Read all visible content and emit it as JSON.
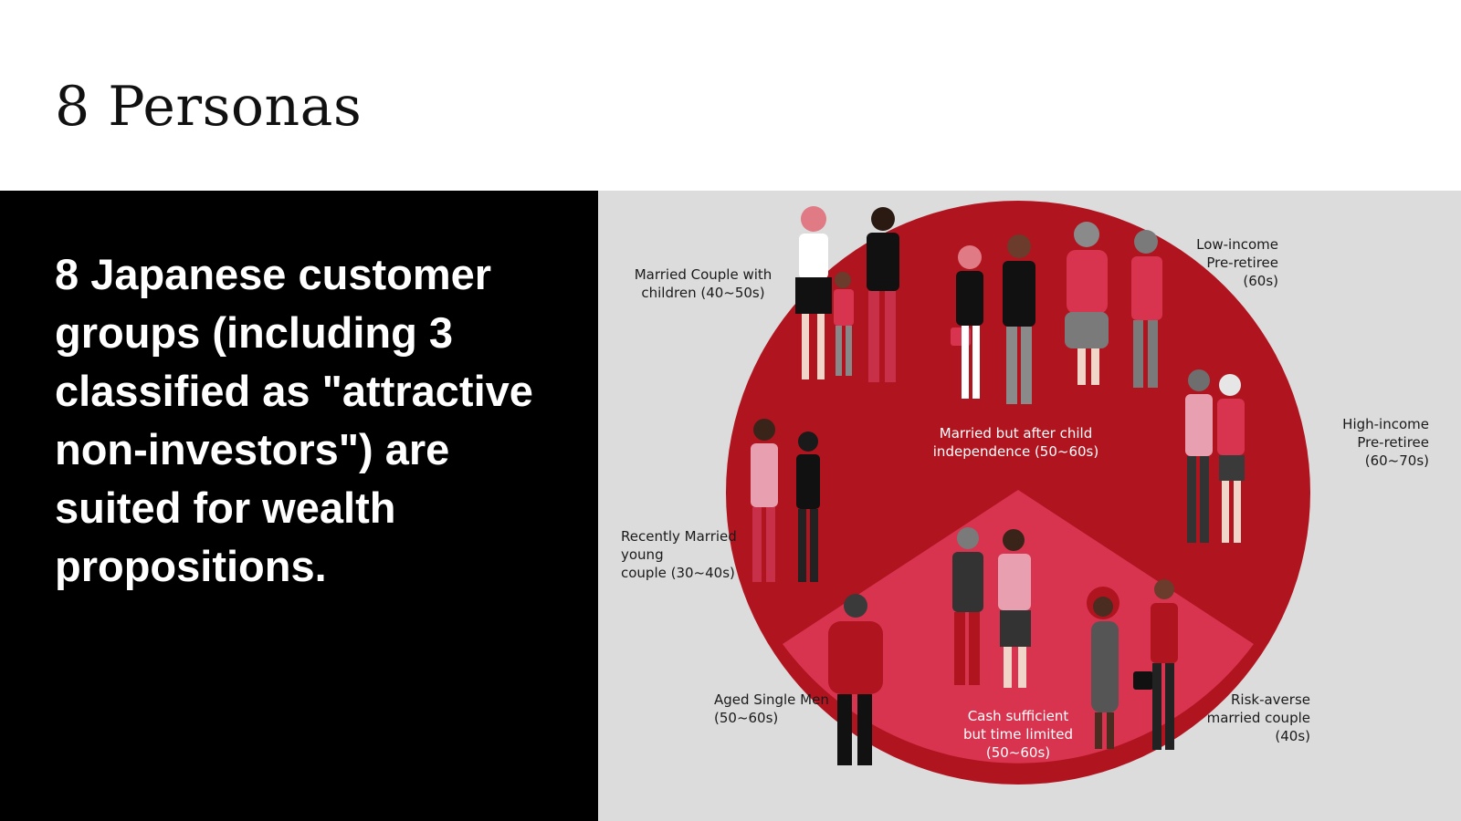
{
  "slide": {
    "title": "8 Personas",
    "lead": "8 Japanese customer groups (including 3 classified as \"attractive non-investors\") are suited for wealth propositions."
  },
  "personas": {
    "married_couple_children": "Married Couple with\nchildren (40~50s)",
    "low_income_preretiree": "Low-income\nPre-retiree\n(60s)",
    "married_after_child": "Married but after child\nindependence (50~60s)",
    "high_income_preretiree": "High-income\nPre-retiree\n(60~70s)",
    "recently_married": "Recently Married\nyoung\ncouple (30~40s)",
    "aged_single_men": "Aged Single Men\n(50~60s)",
    "cash_sufficient": "Cash sufficient\nbut time limited\n(50~60s)",
    "risk_averse": "Risk-averse\nmarried couple\n(40s)"
  },
  "colors": {
    "dark_red": "#b0141f",
    "pink_red": "#d8334f",
    "panel_grey": "#dcdcdc",
    "black": "#000000"
  }
}
